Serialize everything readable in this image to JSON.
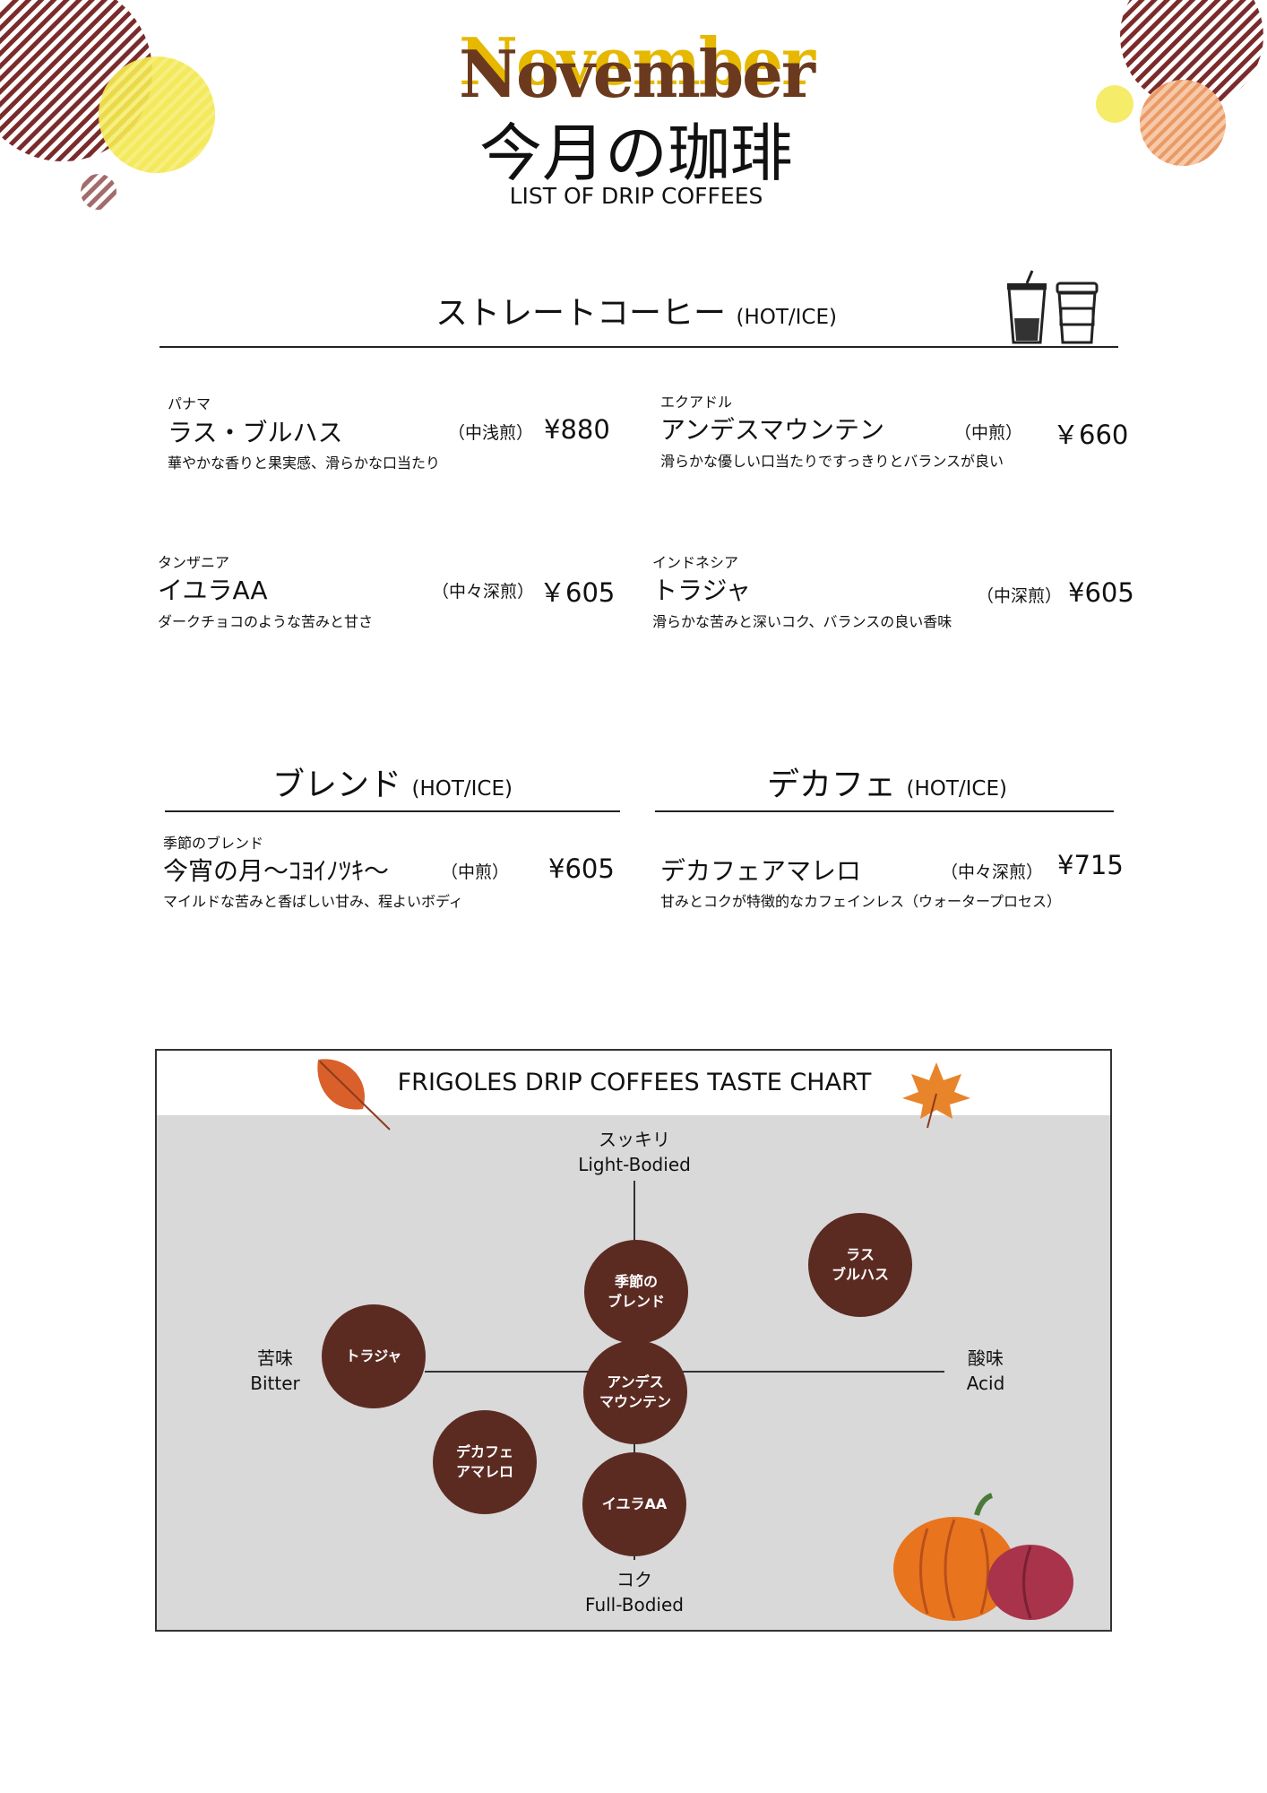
{
  "header": {
    "month": "November",
    "title": "今月の珈琲",
    "subtitle": "LIST OF DRIP COFFEES"
  },
  "straight": {
    "title": "ストレートコーヒー",
    "tag": "(HOT/ICE)",
    "items": [
      {
        "country": "パナマ",
        "name": "ラス・ブルハス",
        "roast": "（中浅煎）",
        "price": "¥880",
        "desc": "華やかな香りと果実感、滑らかな口当たり"
      },
      {
        "country": "エクアドル",
        "name": "アンデスマウンテン",
        "roast": "（中煎）",
        "price": "￥660",
        "desc": "滑らかな優しい口当たりですっきりとバランスが良い"
      },
      {
        "country": "タンザニア",
        "name": "イユラAA",
        "roast": "（中々深煎）",
        "price": "￥605",
        "desc": "ダークチョコのような苦みと甘さ"
      },
      {
        "country": "インドネシア",
        "name": "トラジャ",
        "roast": "（中深煎）",
        "price": "¥605",
        "desc": "滑らかな苦みと深いコク、バランスの良い香味"
      }
    ]
  },
  "blend": {
    "title": "ブレンド",
    "tag": "(HOT/ICE)",
    "item": {
      "country": "季節のブレンド",
      "name": "今宵の月〜ｺﾖｲﾉﾂｷ〜",
      "roast": "（中煎）",
      "price": "¥605",
      "desc": "マイルドな苦みと香ばしい甘み、程よいボディ"
    }
  },
  "decaf": {
    "title": "デカフェ",
    "tag": "(HOT/ICE)",
    "item": {
      "name": "デカフェアマレロ",
      "roast": "（中々深煎）",
      "price": "¥715",
      "desc": "甘みとコクが特徴的なカフェインレス（ウォータープロセス）"
    }
  },
  "taste_chart": {
    "title": "FRIGOLES DRIP COFFEES TASTE CHART",
    "axes": {
      "top": [
        "スッキリ",
        "Light-Bodied"
      ],
      "bottom": [
        "コク",
        "Full-Bodied"
      ],
      "left": [
        "苦味",
        "Bitter"
      ],
      "right": [
        "酸味",
        "Acid"
      ]
    },
    "bubbles": [
      "ラス\nブルハス",
      "季節の\nブレンド",
      "トラジャ",
      "アンデス\nマウンテン",
      "デカフェ\nアマレロ",
      "イユラAA"
    ]
  },
  "colors": {
    "bubble": "#5b2b22",
    "chart_bg": "#d9d9d9"
  }
}
